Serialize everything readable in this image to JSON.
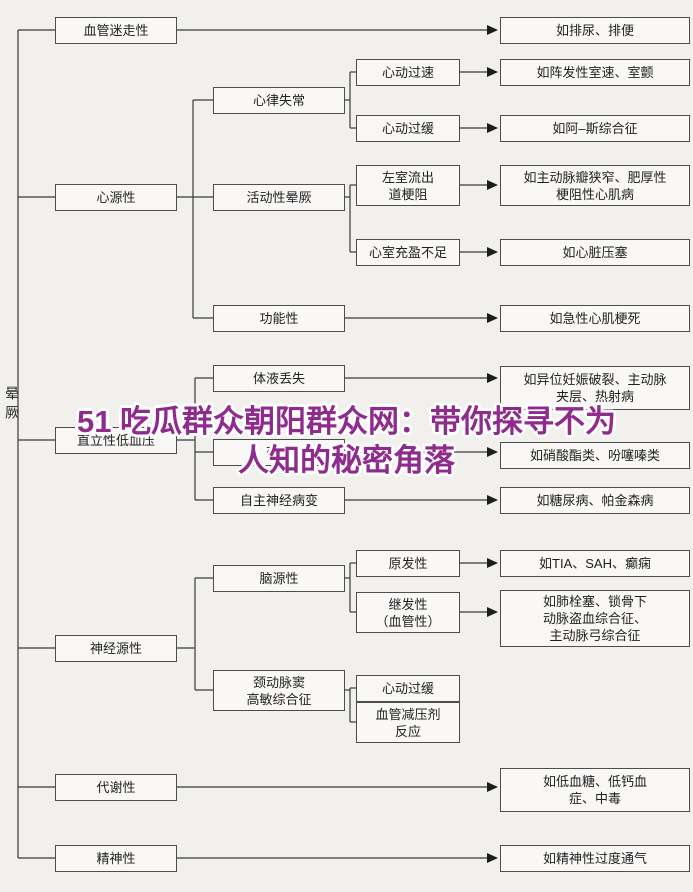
{
  "page": {
    "background": "#f1f0ed"
  },
  "overlay": {
    "line1": "51 吃瓜群众朝阳群众网：带你探寻不为",
    "line2": "人知的秘密角落",
    "color": "#8e2b8d"
  },
  "root": {
    "label": "晕厥"
  },
  "level1": {
    "vasovagal": "血管迷走性",
    "cardiac": "心源性",
    "orthostatic": "直立性低血压",
    "neurogenic": "神经源性",
    "metabolic": "代谢性",
    "psychiatric": "精神性"
  },
  "level2": {
    "arrhythmia": "心律失常",
    "activity_syncope": "活动性晕厥",
    "functional": "功能性",
    "fluid_loss": "体液丢失",
    "drugs": "药物",
    "autonomic_neuropathy": "自主神经病变",
    "cerebral": "脑源性",
    "carotid_sinus": "颈动脉窦\n高敏综合征"
  },
  "level3": {
    "tachycardia": "心动过速",
    "bradycardia": "心动过缓",
    "lv_outflow_obstruction": "左室流出\n道梗阻",
    "ventricular_underfilling": "心室充盈不足",
    "primary": "原发性",
    "secondary_vascular": "继发性\n（血管性）",
    "carotid_bradycardia": "心动过缓",
    "vasodepressor_reaction": "血管减压剂\n反应"
  },
  "outcomes": {
    "vasovagal": "如排尿、排便",
    "tachycardia": "如阵发性室速、室颤",
    "bradycardia": "如阿–斯综合征",
    "lv_outflow_obstruction": "如主动脉瓣狭窄、肥厚性\n梗阻性心肌病",
    "ventricular_underfilling": "如心脏压塞",
    "functional": "如急性心肌梗死",
    "fluid_loss": "如异位妊娠破裂、主动脉\n夹层、热射病",
    "drugs": "如硝酸酯类、吩噻嗪类",
    "autonomic_neuropathy": "如糖尿病、帕金森病",
    "primary": "如TIA、SAH、癫痫",
    "secondary_vascular": "如肺栓塞、锁骨下\n动脉盗血综合征、\n主动脉弓综合征",
    "metabolic": "如低血糖、低钙血\n症、中毒",
    "psychiatric": "如精神性过度通气"
  }
}
